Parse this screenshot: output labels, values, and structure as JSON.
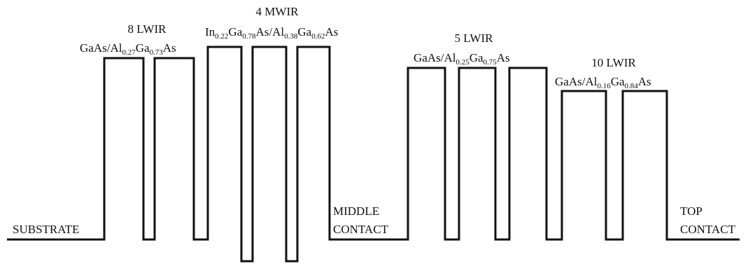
{
  "colors": {
    "line": "#111111",
    "background": "#ffffff"
  },
  "labels": {
    "substrate": "SUBSTRATE",
    "middle_contact_line1": "MIDDLE",
    "middle_contact_line2": "CONTACT",
    "top_contact_line1": "TOP",
    "top_contact_line2": "CONTACT"
  },
  "stacks": {
    "lwir8": {
      "title": "8 LWIR",
      "m1": "GaAs/Al",
      "s1": "0.27",
      "m2": "Ga",
      "s2": "0.73",
      "m3": "As"
    },
    "mwir4": {
      "title": "4 MWIR",
      "m1": "In",
      "s1": "0.22",
      "m2": "Ga",
      "s2": "0.78",
      "m3": "As/Al",
      "s3": "0.38",
      "m4": "Ga",
      "s4": "0.62",
      "m5": "As"
    },
    "lwir5": {
      "title": "5 LWIR",
      "m1": "GaAs/Al",
      "s1": "0.25",
      "m2": "Ga",
      "s2": "0.75",
      "m3": "As"
    },
    "lwir10": {
      "title": "10 LWIR",
      "m1": "GaAs/Al",
      "s1": "0.16",
      "m2": "Ga",
      "s2": "0.84",
      "m3": "As"
    }
  }
}
